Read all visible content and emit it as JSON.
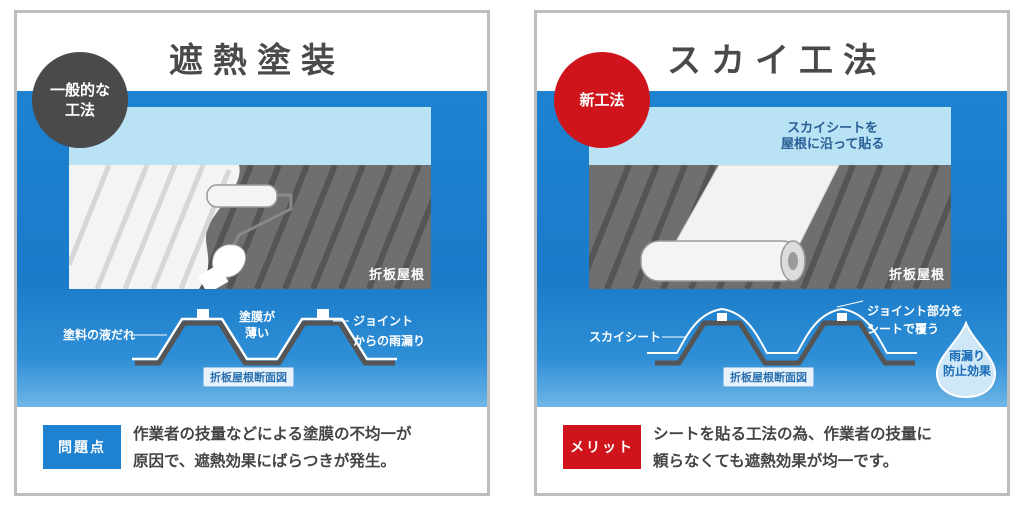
{
  "left": {
    "title": "遮熱塗装",
    "badge": [
      "一般的な",
      "工法"
    ],
    "roof_label": "折板屋根",
    "labels": {
      "drip": "塗料の液だれ",
      "thin_1": "塗膜が",
      "thin_2": "薄い",
      "joint_1": "ジョイント",
      "joint_2": "からの雨漏り"
    },
    "section_caption": "折板屋根断面図",
    "tag": "問題点",
    "text_line1": "作業者の技量などによる塗膜の不均一が",
    "text_line2": "原因で、遮熱効果にばらつきが発生。"
  },
  "right": {
    "title": "スカイ工法",
    "badge": [
      "新工法"
    ],
    "roof_label": "折板屋根",
    "sheet_note_1": "スカイシートを",
    "sheet_note_2": "屋根に沿って貼る",
    "labels": {
      "sheet": "スカイシート",
      "joint_1": "ジョイント部分を",
      "joint_2": "シートで覆う"
    },
    "section_caption": "折板屋根断面図",
    "effect_1": "雨漏り",
    "effect_2": "防止効果",
    "tag": "メリット",
    "text_line1": "シートを貼る工法の為、作業者の技量に",
    "text_line2": "頼らなくても遮熱効果が均一です。"
  },
  "colors": {
    "blue": "#1e82d0",
    "dark_badge": "#4a4a4a",
    "red_badge": "#d0141c",
    "sky": "#b9e2f5"
  }
}
